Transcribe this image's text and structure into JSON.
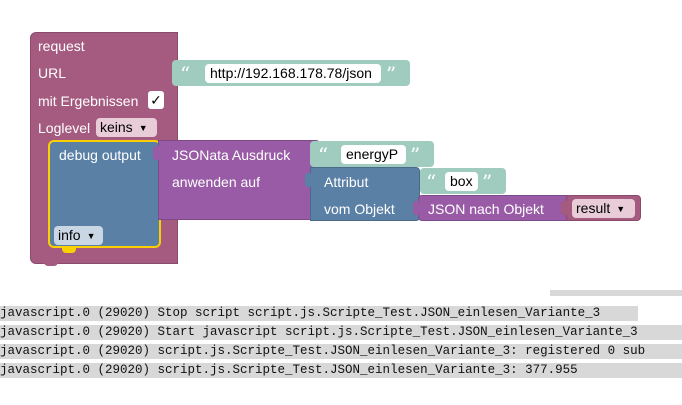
{
  "colors": {
    "request_block": "#a55b80",
    "debug_block": "#5b80a5",
    "jsonata_block": "#995ba5",
    "text_block": "#a0ccc0",
    "log_row_bg": "#d8d8d8",
    "highlight": "#fbd000"
  },
  "request_block": {
    "title": "request",
    "url_label": "URL",
    "url_value": "http://192.168.178.78/json",
    "results_label": "mit Ergebnissen",
    "results_checked": "✓",
    "loglevel_label": "Loglevel",
    "loglevel_value": "keins"
  },
  "debug_block": {
    "label": "debug output",
    "level_value": "info"
  },
  "jsonata_block": {
    "label_expr": "JSONata Ausdruck",
    "expr_value": "energyP",
    "label_apply": "anwenden auf"
  },
  "attribute_block": {
    "label": "Attribut",
    "value": "box",
    "label_object": "vom Objekt"
  },
  "json_parse_block": {
    "label": "JSON nach Objekt",
    "variable": "result"
  },
  "quotes": {
    "open": "“",
    "close": "”"
  },
  "log": [
    "javascript.0 (29020) Stop script script.js.Scripte_Test.JSON_einlesen_Variante_3",
    "javascript.0 (29020) Start javascript script.js.Scripte_Test.JSON_einlesen_Variante_3",
    "javascript.0 (29020) script.js.Scripte_Test.JSON_einlesen_Variante_3: registered 0 sub",
    "javascript.0 (29020) script.js.Scripte_Test.JSON_einlesen_Variante_3: 377.955"
  ],
  "dropdown_arrow": "▼"
}
